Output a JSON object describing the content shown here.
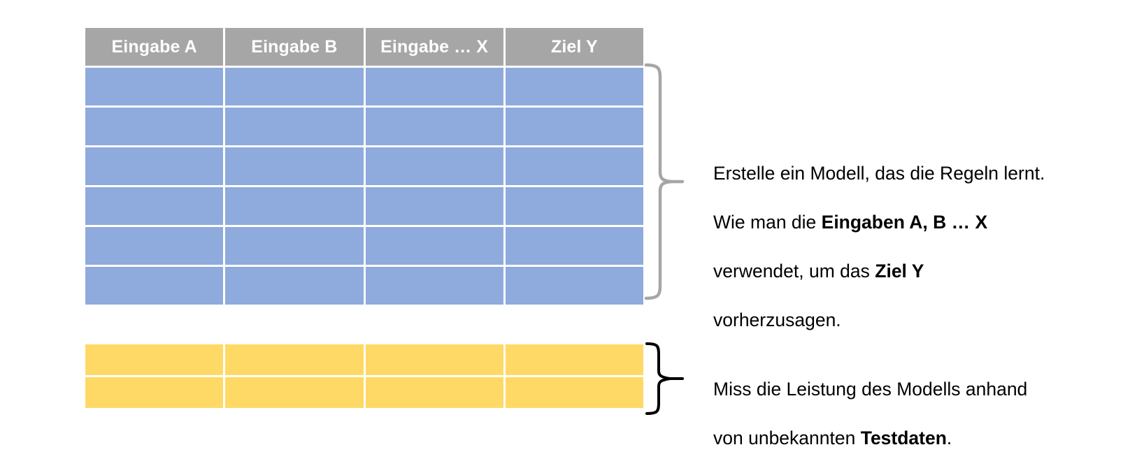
{
  "slide": {
    "background_color": "#ffffff"
  },
  "training_table": {
    "name": "training-data-table",
    "header_color": "#a6a6a6",
    "cell_color": "#8faadc",
    "columns": [
      "Eingabe A",
      "Eingabe B",
      "Eingabe … X",
      "Ziel Y"
    ],
    "row_count": 6,
    "column_count": 4,
    "cells_empty": true
  },
  "test_table": {
    "name": "test-data-table",
    "cell_color": "#ffd966",
    "row_count": 2,
    "column_count": 4,
    "cells_empty": true
  },
  "braces": {
    "training": {
      "color": "#a6a6a6",
      "label": "training-brace"
    },
    "test": {
      "color": "#000000",
      "label": "test-brace"
    }
  },
  "callouts": {
    "training": {
      "lines": [
        [
          {
            "text": "Erstelle ein Modell, das die Regeln lernt.",
            "bold": false
          }
        ],
        [
          {
            "text": "Wie man die ",
            "bold": false
          },
          {
            "text": "Eingaben A, B … X",
            "bold": true
          }
        ],
        [
          {
            "text": "verwendet, um das ",
            "bold": false
          },
          {
            "text": "Ziel Y",
            "bold": true
          }
        ],
        [
          {
            "text": "vorherzusagen.",
            "bold": false
          }
        ]
      ],
      "line1_plain": "Erstelle ein Modell, das die Regeln lernt.",
      "line2_plain": "Wie man die ",
      "line2_bold": "Eingaben A, B … X",
      "line3_plain": "verwendet, um das ",
      "line3_bold": "Ziel Y",
      "line4_plain": "vorherzusagen."
    },
    "test": {
      "lines": [
        [
          {
            "text": "Miss die Leistung des Modells anhand",
            "bold": false
          }
        ],
        [
          {
            "text": "von unbekannten ",
            "bold": false
          },
          {
            "text": "Testdaten",
            "bold": true
          },
          {
            "text": ".",
            "bold": false
          }
        ]
      ],
      "line1_plain": "Miss die Leistung des Modells anhand",
      "line2_plain": "von unbekannten ",
      "line2_bold": "Testdaten",
      "line2_tail": "."
    }
  }
}
